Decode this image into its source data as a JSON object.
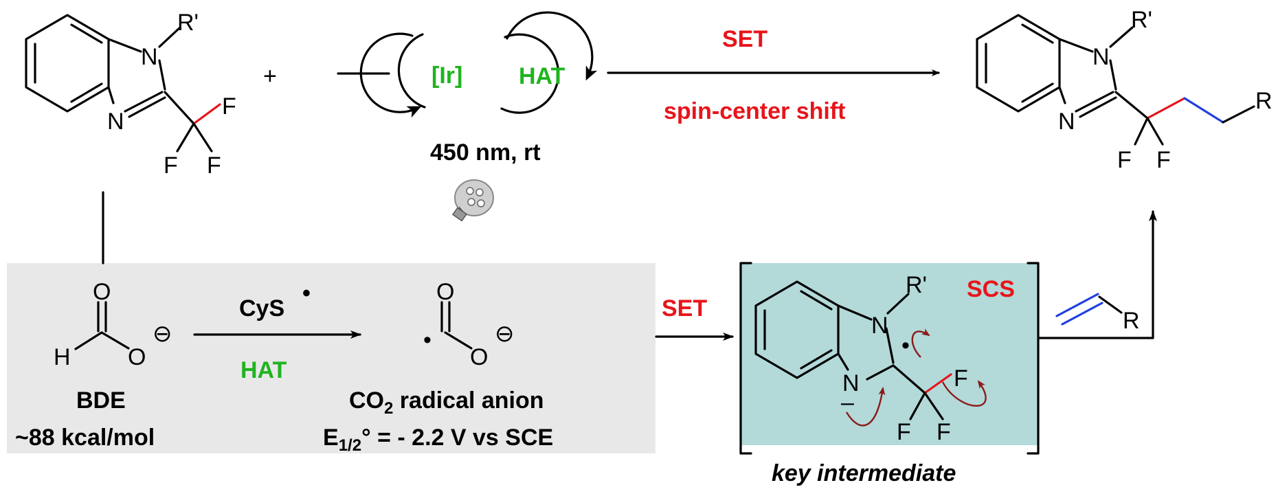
{
  "colors": {
    "red": "#e8141b",
    "green": "#1fb41f",
    "blue": "#1f3fe0",
    "panel_grey": "#e8e8e8",
    "panel_teal": "#b3d9d9",
    "arrow_dark_red": "#8b1a1a"
  },
  "reactant": {
    "substituent": "R'",
    "n_top": "N",
    "n_bottom": "N",
    "f1": "F",
    "f2": "F",
    "f3": "F"
  },
  "plus": "+",
  "catalysis": {
    "cat_left": "[Ir]",
    "cat_right": "HAT",
    "conditions": "450 nm, rt",
    "lamp_icon": "led-lamp-icon"
  },
  "main_arrow": {
    "above": "SET",
    "below": "spin-center shift"
  },
  "product": {
    "substituent": "R'",
    "n_top": "N",
    "n_bottom": "N",
    "f1": "F",
    "f2": "F",
    "r_group": "R"
  },
  "formate": {
    "o_top": "O",
    "h": "H",
    "o_bottom": "O",
    "charge": "⊖",
    "bde_label": "BDE",
    "bde_value": "~88 kcal/mol"
  },
  "hat_step": {
    "reagent": "CyS",
    "radical_dot": "•",
    "label": "HAT"
  },
  "co2_radical": {
    "o_top": "O",
    "o_bottom": "O",
    "charge": "⊖",
    "radical_dot": "•",
    "name_pre": "CO",
    "name_sub": "2",
    "name_post": " radical anion",
    "potential_pre": "E",
    "potential_sub": "1/2",
    "potential_post": "° = - 2.2 V vs SCE"
  },
  "set_step": {
    "label": "SET"
  },
  "intermediate": {
    "substituent": "R'",
    "n_top": "N",
    "n_bottom": "N",
    "minus": "–",
    "radical_dot": "•",
    "f1": "F",
    "f2": "F",
    "f3": "F",
    "scs_label": "SCS",
    "caption": "key intermediate"
  },
  "alkene": {
    "r_group": "R"
  }
}
